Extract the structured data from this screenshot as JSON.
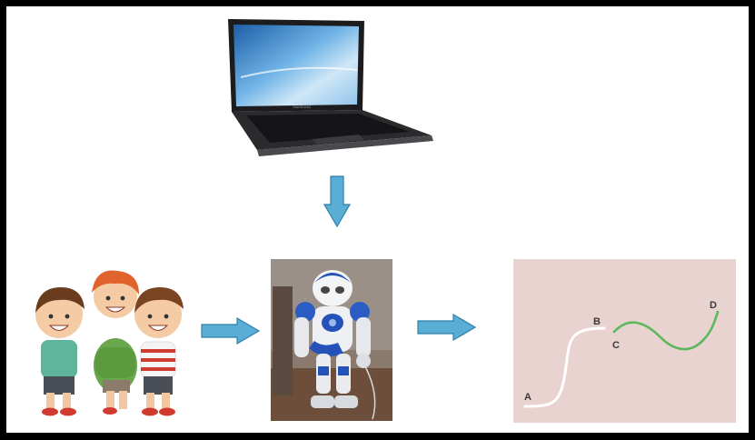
{
  "diagram": {
    "nodes": [
      {
        "id": "laptop",
        "icon": "laptop-icon"
      },
      {
        "id": "children",
        "icon": "children-group-icon"
      },
      {
        "id": "robot",
        "icon": "humanoid-robot-icon"
      },
      {
        "id": "trajectory",
        "icon": "trajectory-plot"
      }
    ],
    "edges": [
      {
        "from": "laptop",
        "to": "robot",
        "direction": "down"
      },
      {
        "from": "children",
        "to": "robot",
        "direction": "right"
      },
      {
        "from": "robot",
        "to": "trajectory",
        "direction": "right"
      }
    ],
    "trajectory": {
      "points": [
        {
          "label": "A"
        },
        {
          "label": "B"
        },
        {
          "label": "C"
        },
        {
          "label": "D"
        }
      ],
      "colors": {
        "segment_ab": "#ffffff",
        "segment_cd": "#5cb85c",
        "background": "#e9d3d1"
      }
    },
    "arrow_color": "#5aaed6"
  }
}
